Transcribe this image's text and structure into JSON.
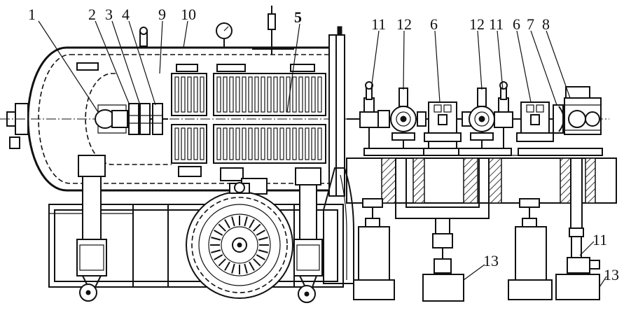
{
  "labels": [
    {
      "id": "1",
      "text": "1"
    },
    {
      "id": "2",
      "text": "2"
    },
    {
      "id": "3",
      "text": "3"
    },
    {
      "id": "4",
      "text": "4"
    },
    {
      "id": "9",
      "text": "9"
    },
    {
      "id": "10",
      "text": "10"
    },
    {
      "id": "5",
      "text": "5"
    },
    {
      "id": "11a",
      "text": "11"
    },
    {
      "id": "12a",
      "text": "12"
    },
    {
      "id": "6a",
      "text": "6"
    },
    {
      "id": "12b",
      "text": "12"
    },
    {
      "id": "11b",
      "text": "11"
    },
    {
      "id": "6b",
      "text": "6"
    },
    {
      "id": "7",
      "text": "7"
    },
    {
      "id": "8",
      "text": "8"
    },
    {
      "id": "13a",
      "text": "13"
    },
    {
      "id": "11c",
      "text": "11"
    },
    {
      "id": "13b",
      "text": "13"
    }
  ],
  "icons": {
    "pressure_gauge": "pressure-gauge-icon",
    "drive_wheel": "gear-wheel-icon"
  }
}
